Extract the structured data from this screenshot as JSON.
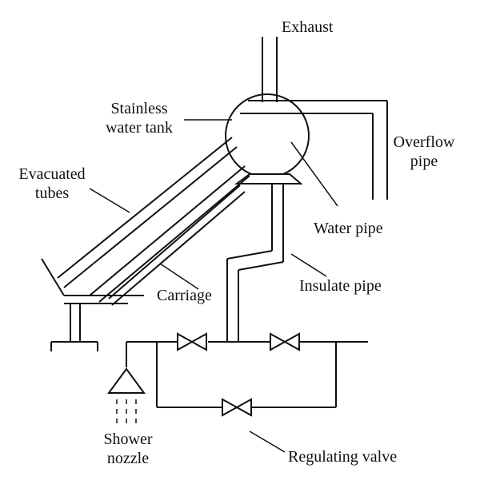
{
  "labels": {
    "exhaust": "Exhaust",
    "stainless_line1": "Stainless",
    "stainless_line2": "water tank",
    "overflow_line1": "Overflow",
    "overflow_line2": "pipe",
    "evacuated_line1": "Evacuated",
    "evacuated_line2": "tubes",
    "water_pipe": "Water pipe",
    "carriage": "Carriage",
    "insulate_pipe": "Insulate pipe",
    "shower_line1": "Shower",
    "shower_line2": "nozzle",
    "regulating_valve": "Regulating valve"
  },
  "colors": {
    "stroke": "#111111",
    "background": "#ffffff"
  }
}
